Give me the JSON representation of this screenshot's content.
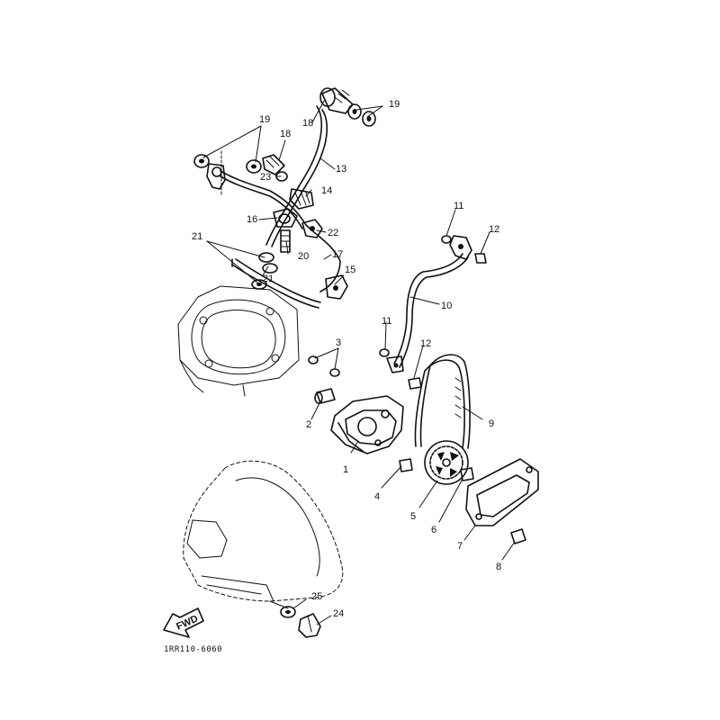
{
  "diagram": {
    "catalog_code": "1RR110-6060",
    "front_marker": "FWD",
    "callouts": [
      {
        "id": "c1",
        "label": "1"
      },
      {
        "id": "c2",
        "label": "2"
      },
      {
        "id": "c3",
        "label": "3"
      },
      {
        "id": "c4",
        "label": "4"
      },
      {
        "id": "c5",
        "label": "5"
      },
      {
        "id": "c6",
        "label": "6"
      },
      {
        "id": "c7",
        "label": "7"
      },
      {
        "id": "c8",
        "label": "8"
      },
      {
        "id": "c9",
        "label": "9"
      },
      {
        "id": "c10",
        "label": "10"
      },
      {
        "id": "c11a",
        "label": "11"
      },
      {
        "id": "c11b",
        "label": "11"
      },
      {
        "id": "c12a",
        "label": "12"
      },
      {
        "id": "c12b",
        "label": "12"
      },
      {
        "id": "c13",
        "label": "13"
      },
      {
        "id": "c14",
        "label": "14"
      },
      {
        "id": "c15",
        "label": "15"
      },
      {
        "id": "c16",
        "label": "16"
      },
      {
        "id": "c17",
        "label": "17"
      },
      {
        "id": "c18a",
        "label": "18"
      },
      {
        "id": "c18b",
        "label": "18"
      },
      {
        "id": "c19a",
        "label": "19"
      },
      {
        "id": "c19b",
        "label": "19"
      },
      {
        "id": "c20",
        "label": "20"
      },
      {
        "id": "c21a",
        "label": "21"
      },
      {
        "id": "c21b",
        "label": "21"
      },
      {
        "id": "c22",
        "label": "22"
      },
      {
        "id": "c23",
        "label": "23"
      },
      {
        "id": "c24",
        "label": "24"
      },
      {
        "id": "c25",
        "label": "25"
      }
    ]
  }
}
